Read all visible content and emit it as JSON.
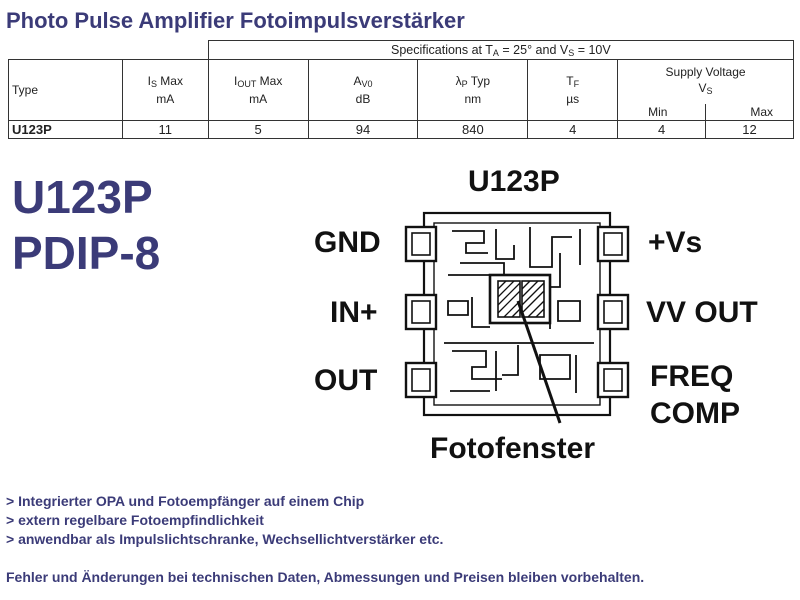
{
  "title": "Photo Pulse Amplifier Fotoimpulsverstärker",
  "spec_table": {
    "conditions_label": "Specifications at T",
    "conditions_sub_a": "A",
    "conditions_mid": " = 25° and V",
    "conditions_sub_s": "S",
    "conditions_end": " = 10V",
    "col_type": "Type",
    "col_is_sym": "I",
    "col_is_sub": "S",
    "col_is_rest": " Max",
    "col_is_unit": "mA",
    "col_iout_sym": "I",
    "col_iout_sub": "OUT",
    "col_iout_rest": " Max",
    "col_iout_unit": "mA",
    "col_av_sym": "A",
    "col_av_sub": "V0",
    "col_av_unit": "dB",
    "col_lp_sym": "λ",
    "col_lp_sub": "P",
    "col_lp_rest": " Typ",
    "col_lp_unit": "nm",
    "col_tf_sym": "T",
    "col_tf_sub": "F",
    "col_tf_unit": "µs",
    "col_supply": "Supply Voltage",
    "col_vs_sym": "V",
    "col_vs_sub": "S",
    "col_min": "Min",
    "col_max": "Max",
    "row": {
      "type": "U123P",
      "is_max": "11",
      "iout_max": "5",
      "av0": "94",
      "lambda_p": "840",
      "tf": "4",
      "vs_min": "4",
      "vs_max": "12"
    }
  },
  "part_name": "U123P",
  "package": "PDIP-8",
  "diagram": {
    "chip_label": "U123P",
    "pin_gnd": "GND",
    "pin_in_plus": "IN+",
    "pin_out": "OUT",
    "pin_vs": "+Vs",
    "pin_vv_out": "VV OUT",
    "pin_freq": "FREQ",
    "pin_comp": "COMP",
    "window_label": "Fotofenster"
  },
  "features": [
    "> Integrierter OPA und Fotoempfänger auf einem Chip",
    "> extern regelbare Fotoempfindlichkeit",
    "> anwendbar als Impulslichtschranke, Wechsellichtverstärker etc."
  ],
  "disclaimer": "Fehler und Änderungen bei technischen Daten, Abmessungen und Preisen bleiben vorbehalten.",
  "colors": {
    "accent_text": "#3b3b78",
    "diagram_ink": "#111111"
  }
}
